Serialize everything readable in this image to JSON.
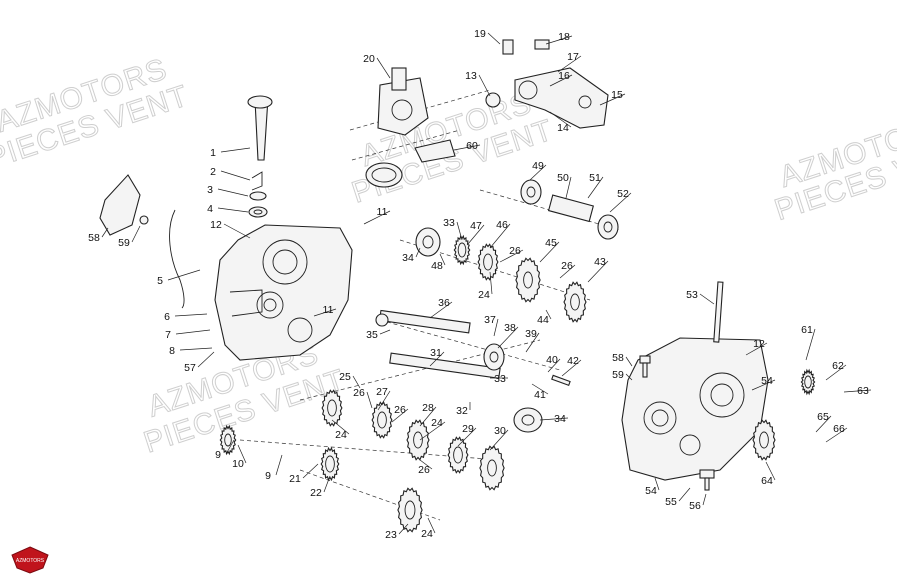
{
  "watermarks": [
    {
      "line1": "AZMOTORS",
      "line2": "PIECES VENT"
    },
    {
      "line1": "AZMOTORS",
      "line2": "PIECES VENT"
    },
    {
      "line1": "AZMOTORS",
      "line2": "PIECES VENT"
    },
    {
      "line1": "AZMOTORS",
      "line2": "PIECES VENT"
    }
  ],
  "logo_text": "AZMOTORS",
  "part_labels": [
    "1",
    "2",
    "3",
    "4",
    "5",
    "6",
    "7",
    "8",
    "9",
    "9",
    "10",
    "11",
    "11",
    "12",
    "12",
    "13",
    "14",
    "15",
    "16",
    "17",
    "18",
    "19",
    "20",
    "21",
    "22",
    "23",
    "24",
    "24",
    "24",
    "24",
    "25",
    "26",
    "26",
    "26",
    "26",
    "26",
    "27",
    "28",
    "29",
    "30",
    "31",
    "32",
    "33",
    "33",
    "34",
    "34",
    "35",
    "36",
    "37",
    "38",
    "39",
    "40",
    "41",
    "42",
    "43",
    "44",
    "45",
    "46",
    "47",
    "48",
    "49",
    "50",
    "51",
    "52",
    "53",
    "54",
    "54",
    "55",
    "56",
    "57",
    "58",
    "58",
    "59",
    "59",
    "60",
    "61",
    "62",
    "63",
    "64",
    "65",
    "66"
  ],
  "colors": {
    "ink": "#111111",
    "watermark": "#cfcfcf",
    "logo": "#c0141c"
  }
}
